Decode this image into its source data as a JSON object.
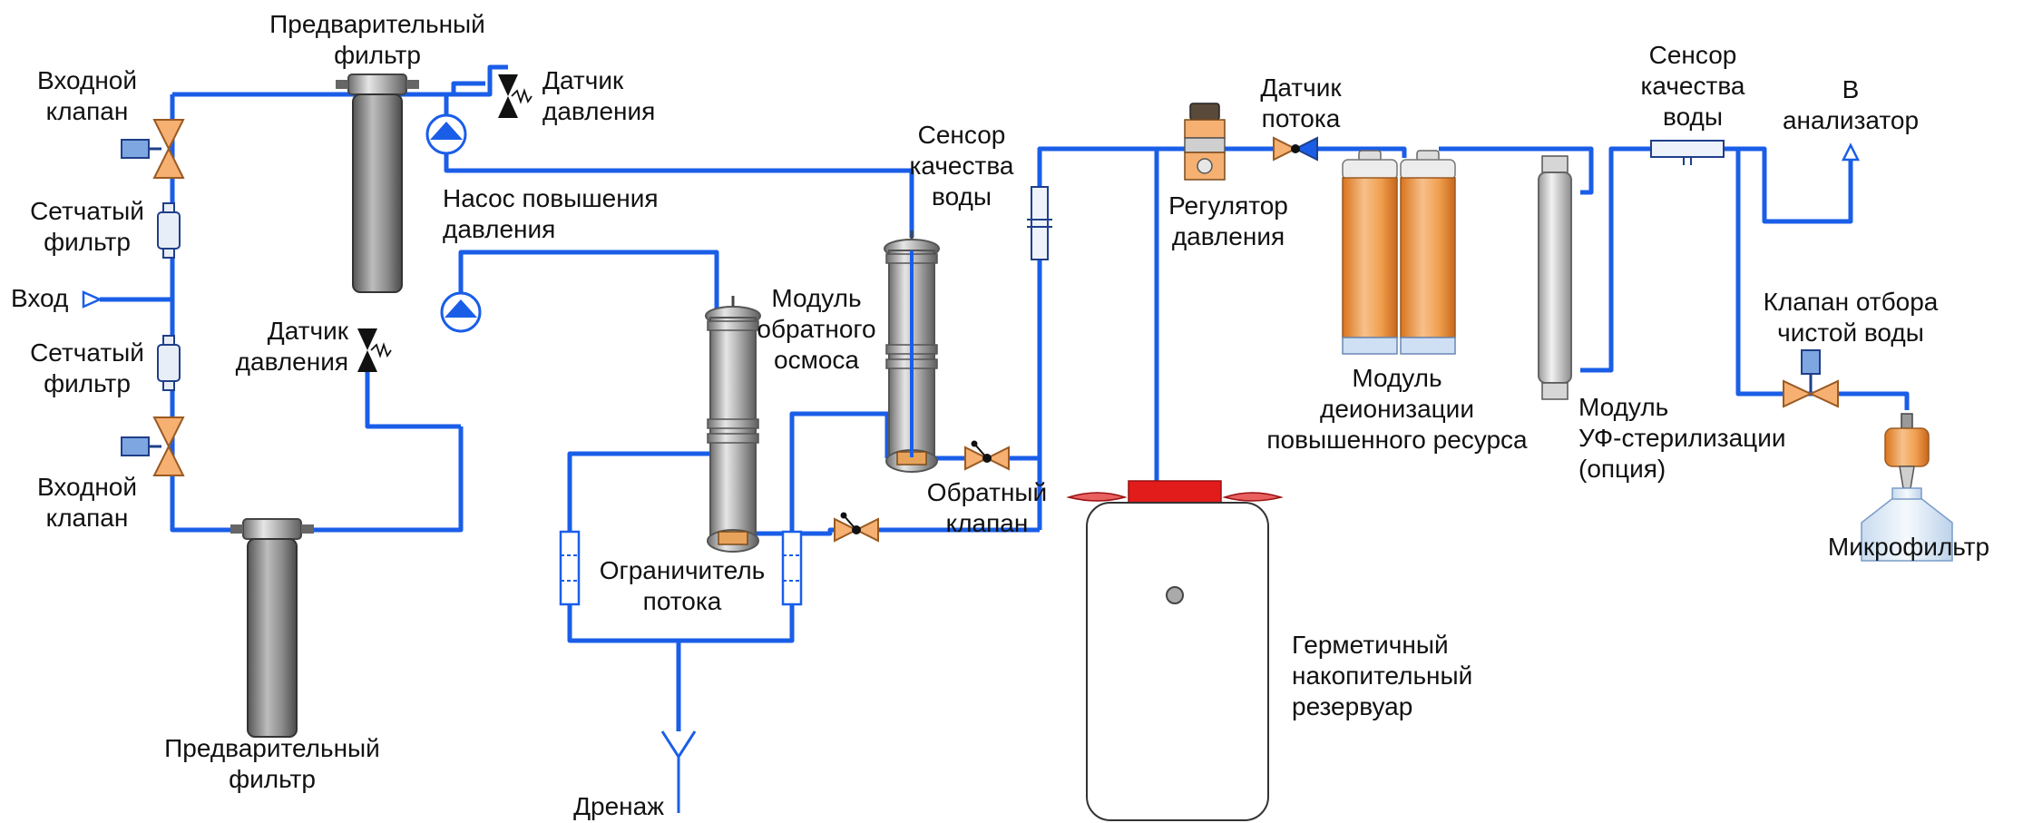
{
  "colors": {
    "pipe": "#1a5ee8",
    "valve_orange": "#f5b072",
    "resin_orange": "#f08a2a",
    "steel": "#9a9a9a",
    "tank_red": "#e21b1b",
    "solenoid": "#7ea6e0"
  },
  "icons": [
    "solenoid-valve-icon",
    "mesh-filter-icon",
    "inlet-arrow-icon",
    "prefilter-housing-icon",
    "pressure-sensor-icon",
    "pump-icon",
    "ro-membrane-icon",
    "flow-restrictor-icon",
    "check-valve-icon",
    "water-quality-sensor-icon",
    "pressure-regulator-icon",
    "flow-sensor-icon",
    "di-cartridge-icon",
    "uv-lamp-icon",
    "pure-water-valve-icon",
    "microfilter-icon",
    "storage-tank-icon",
    "drain-icon",
    "outlet-arrow-icon"
  ],
  "labels": {
    "inlet_valve_top": [
      "Входной",
      "клапан"
    ],
    "mesh_filter_top": [
      "Сетчатый",
      "фильтр"
    ],
    "inlet": "Вход",
    "mesh_filter_bottom": [
      "Сетчатый",
      "фильтр"
    ],
    "inlet_valve_bottom": [
      "Входной",
      "клапан"
    ],
    "prefilter_top": [
      "Предварительный",
      "фильтр"
    ],
    "prefilter_bottom": [
      "Предварительный",
      "фильтр"
    ],
    "pressure_sensor_top": [
      "Датчик",
      "давления"
    ],
    "pressure_sensor_mid": [
      "Датчик",
      "давления"
    ],
    "booster_pump": [
      "Насос повышения",
      "давления"
    ],
    "ro_module": [
      "Модуль",
      "обратного",
      "осмоса"
    ],
    "flow_restrictor": [
      "Ограничитель",
      "потока"
    ],
    "drain": "Дренаж",
    "check_valve": [
      "Обратный",
      "клапан"
    ],
    "quality_sensor_1": [
      "Сенсор",
      "качества",
      "воды"
    ],
    "flow_sensor": [
      "Датчик",
      "потока"
    ],
    "pressure_regulator": [
      "Регулятор",
      "давления"
    ],
    "di_module": [
      "Модуль",
      "деионизации",
      "повышенного ресурса"
    ],
    "uv_module": [
      "Модуль",
      "УФ-стерилизации",
      "(опция)"
    ],
    "quality_sensor_2": [
      "Сенсор",
      "качества",
      "воды"
    ],
    "to_analyzer": [
      "В",
      "анализатор"
    ],
    "pure_water_valve": [
      "Клапан отбора",
      "чистой воды"
    ],
    "microfilter": "Микрофильтр",
    "tank": [
      "Герметичный",
      "накопительный",
      "резервуар"
    ]
  }
}
